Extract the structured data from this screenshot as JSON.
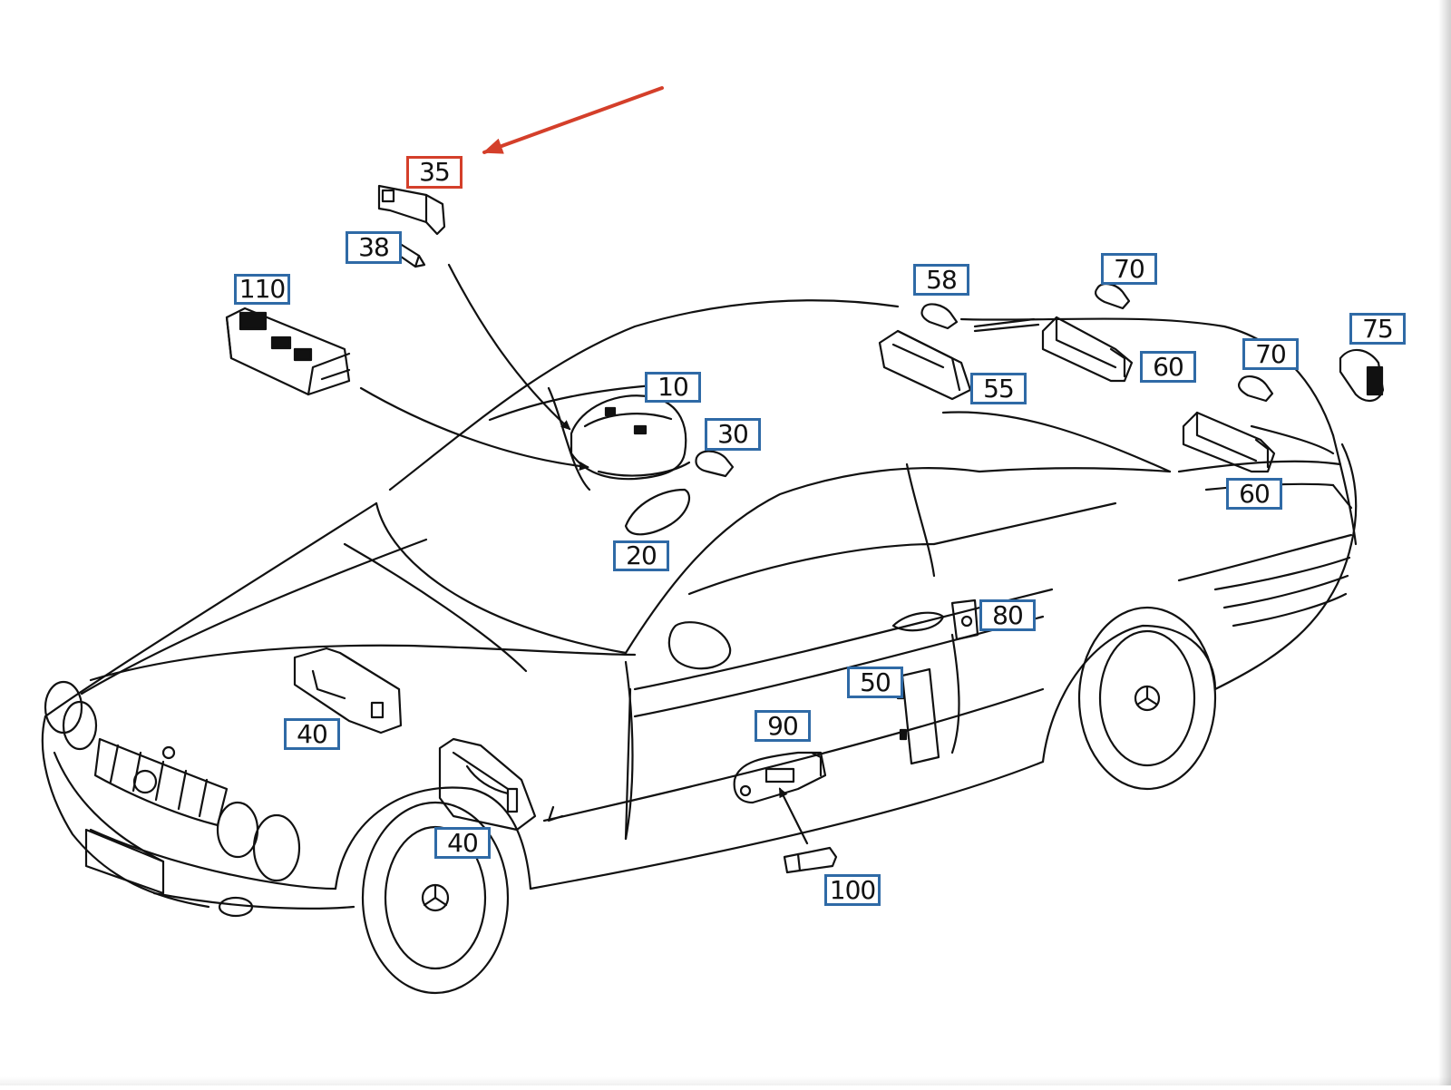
{
  "diagram": {
    "colors": {
      "line": "#111111",
      "callout_border": "#2f6aa6",
      "highlight": "#d43f2a",
      "background": "#ffffff"
    },
    "highlighted_part": "35",
    "callouts": [
      {
        "id": "c35",
        "label": "35"
      },
      {
        "id": "c38",
        "label": "38"
      },
      {
        "id": "c110",
        "label": "110"
      },
      {
        "id": "c10",
        "label": "10"
      },
      {
        "id": "c30",
        "label": "30"
      },
      {
        "id": "c20",
        "label": "20"
      },
      {
        "id": "c58",
        "label": "58"
      },
      {
        "id": "c55",
        "label": "55"
      },
      {
        "id": "c70a",
        "label": "70"
      },
      {
        "id": "c60a",
        "label": "60"
      },
      {
        "id": "c70b",
        "label": "70"
      },
      {
        "id": "c75",
        "label": "75"
      },
      {
        "id": "c60b",
        "label": "60"
      },
      {
        "id": "c80",
        "label": "80"
      },
      {
        "id": "c50",
        "label": "50"
      },
      {
        "id": "c90",
        "label": "90"
      },
      {
        "id": "c40a",
        "label": "40"
      },
      {
        "id": "c40b",
        "label": "40"
      },
      {
        "id": "c100",
        "label": "100"
      }
    ]
  }
}
